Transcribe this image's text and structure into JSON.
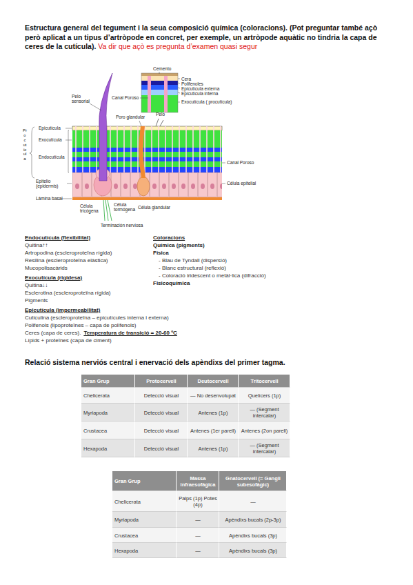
{
  "diagram": {
    "title": "Estructura general del tegument i la seua composició química (coloracions). (Pot preguntar també açò però aplicat a un tipus d’artròpode en concret, per exemple, un artròpode aquàtic no tindria la capa de ceres de la cutícula).",
    "labels": [
      "Va dir que açò es pregunta d’examen quasi segur",
      "Cemento",
      "Cera",
      "Polifenoles",
      "Epicutícula externa",
      "Epicutícula interna",
      "Canal Poroso",
      "Exocutícula ( procutícula)",
      "Pelo sensorial",
      "Poro glandular",
      "Pelo",
      "Epicutícula",
      "Exocutícula",
      "Endocutícula",
      "Procutícula",
      "Canal Poroso",
      "Célula epitelial",
      "Epitelio (epidermis)",
      "Lámina basal",
      "Célula tricógena",
      "Célula tormógena",
      "Célula glandular",
      "Terminación nerviosa",
      "Endocutícula (flexibilitat)",
      "Quitina↑↑",
      "Artropodina (escleroproteïna rígida)",
      "Resilina (escleroproteïna elàstica)",
      "Mucopolisacàrids",
      "Exocutícula (rigidesa)",
      "Quitina↓↓",
      "Esclerotina (escleroproteïna rígida)",
      "Pigments",
      "Epicutícula (impermeabilitat)",
      "Cuticulina (escleroproteïna – epicutícules interna i externa)",
      "Polifenols (lipoproteïnes – capa de polifenols)",
      "Ceres (capa de ceres).",
      "Temperatura de transició = 20-60 ºC",
      "Lípids + proteïnes (capa de ciment)",
      "Coloracions",
      "Química (pigments)",
      "Física",
      "- Blau de Tyndall (dispersió)",
      "- Blanc estructural (reflexió)",
      "- Coloració iridescent o metàl·lica (difracció)",
      "Fisicoquímica",
      "Relació sistema nerviós central i enervació dels apèndixs del primer tagma.",
      "Gran Grup",
      "Protocervell",
      "Deutocervell",
      "Tritocervell",
      "Chelicerata",
      "Detecció visual",
      "— No desenvolupat",
      "Quelícers (1p)",
      "Myriapoda",
      "Detecció visual",
      "Antenes (1p)",
      "— (Segment intercalar)",
      "Crustacea",
      "Detecció visual",
      "Antenes (1er parell)",
      "Antenes (2on parell)",
      "Hexapoda",
      "Detecció visual",
      "Antenes (1p)",
      "— (Segment intercalar)",
      "Gran Grup",
      "Massa infraesofàgica",
      "Gnatocervell (= Gangli subesofàgic)",
      "Chelicerata",
      "Palps (1p) Potes (4p)",
      "—",
      "Myriapoda",
      "—",
      "Apèndixs bucals (2p-3p)",
      "Crustacea",
      "—",
      "Apèndixs bucals (3p)",
      "Hexapoda",
      "—",
      "Apèndixs bucals (3p)"
    ]
  }
}
